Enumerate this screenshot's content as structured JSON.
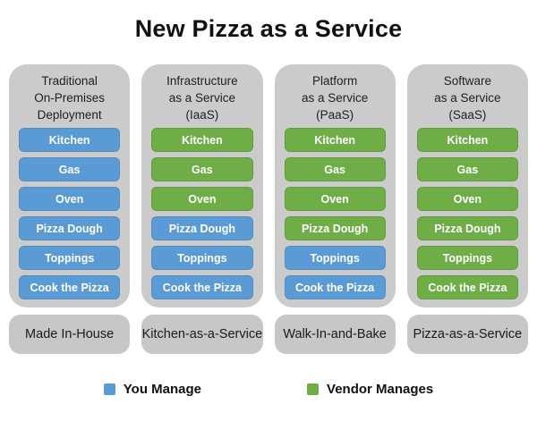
{
  "title": "New Pizza as a Service",
  "palette": {
    "you_manage_blue": "#5b9bd5",
    "vendor_manages_green": "#6fad47",
    "panel_gray": "#cbcbcb",
    "footer_gray": "#c7c7c7",
    "background": "#ffffff"
  },
  "columns": [
    {
      "header": "Traditional\nOn-Premises\nDeployment",
      "footer": "Made In-House",
      "items": [
        {
          "label": "Kitchen",
          "color": "blue"
        },
        {
          "label": "Gas",
          "color": "blue"
        },
        {
          "label": "Oven",
          "color": "blue"
        },
        {
          "label": "Pizza Dough",
          "color": "blue"
        },
        {
          "label": "Toppings",
          "color": "blue"
        },
        {
          "label": "Cook the Pizza",
          "color": "blue"
        }
      ]
    },
    {
      "header": "Infrastructure\nas a Service\n(IaaS)",
      "footer": "Kitchen-as-a-Service",
      "items": [
        {
          "label": "Kitchen",
          "color": "green"
        },
        {
          "label": "Gas",
          "color": "green"
        },
        {
          "label": "Oven",
          "color": "green"
        },
        {
          "label": "Pizza Dough",
          "color": "blue"
        },
        {
          "label": "Toppings",
          "color": "blue"
        },
        {
          "label": "Cook the Pizza",
          "color": "blue"
        }
      ]
    },
    {
      "header": "Platform\nas a Service\n(PaaS)",
      "footer": "Walk-In-and-Bake",
      "items": [
        {
          "label": "Kitchen",
          "color": "green"
        },
        {
          "label": "Gas",
          "color": "green"
        },
        {
          "label": "Oven",
          "color": "green"
        },
        {
          "label": "Pizza Dough",
          "color": "green"
        },
        {
          "label": "Toppings",
          "color": "blue"
        },
        {
          "label": "Cook the Pizza",
          "color": "blue"
        }
      ]
    },
    {
      "header": "Software\nas a Service\n(SaaS)",
      "footer": "Pizza-as-a-Service",
      "items": [
        {
          "label": "Kitchen",
          "color": "green"
        },
        {
          "label": "Gas",
          "color": "green"
        },
        {
          "label": "Oven",
          "color": "green"
        },
        {
          "label": "Pizza Dough",
          "color": "green"
        },
        {
          "label": "Toppings",
          "color": "green"
        },
        {
          "label": "Cook the Pizza",
          "color": "green"
        }
      ]
    }
  ],
  "legend": [
    {
      "label": "You Manage",
      "color": "blue"
    },
    {
      "label": "Vendor Manages",
      "color": "green"
    }
  ]
}
